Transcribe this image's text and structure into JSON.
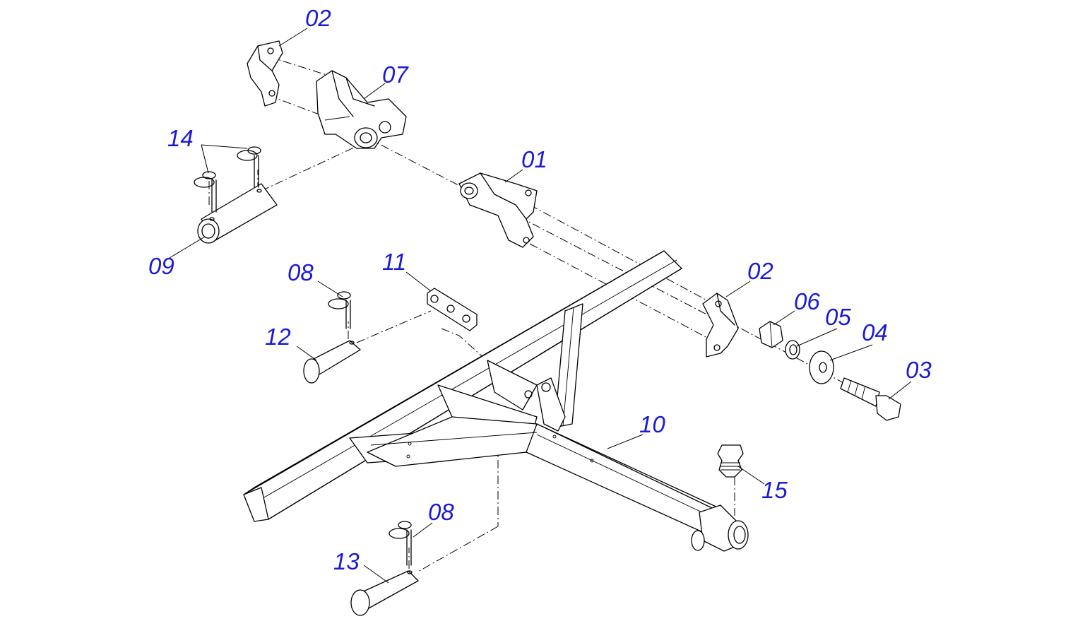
{
  "diagram": {
    "labels": [
      {
        "id": "p02a",
        "text": "02"
      },
      {
        "id": "p07",
        "text": "07"
      },
      {
        "id": "p14",
        "text": "14"
      },
      {
        "id": "p01",
        "text": "01"
      },
      {
        "id": "p09",
        "text": "09"
      },
      {
        "id": "p11",
        "text": "11"
      },
      {
        "id": "p08a",
        "text": "08"
      },
      {
        "id": "p02b",
        "text": "02"
      },
      {
        "id": "p06",
        "text": "06"
      },
      {
        "id": "p05",
        "text": "05"
      },
      {
        "id": "p04",
        "text": "04"
      },
      {
        "id": "p12",
        "text": "12"
      },
      {
        "id": "p03",
        "text": "03"
      },
      {
        "id": "p10",
        "text": "10"
      },
      {
        "id": "p15",
        "text": "15"
      },
      {
        "id": "p08b",
        "text": "08"
      },
      {
        "id": "p13",
        "text": "13"
      }
    ]
  }
}
